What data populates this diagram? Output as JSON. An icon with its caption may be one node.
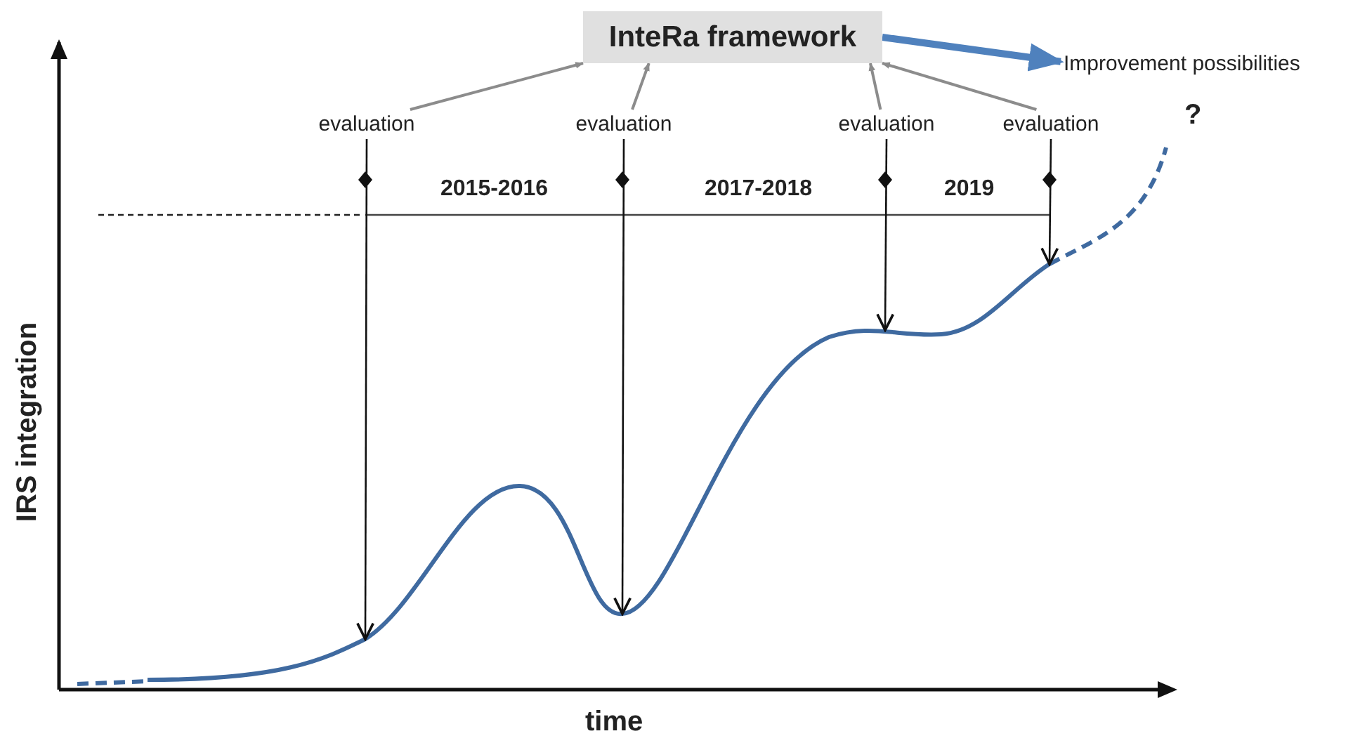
{
  "diagram": {
    "nodes": [
      {
        "text": [
          "InteRa framework"
        ]
      },
      {
        "text": [
          "Improvement possibilities"
        ]
      },
      {
        "text": [
          "evaluation"
        ]
      },
      {
        "text": [
          "evaluation"
        ]
      },
      {
        "text": [
          "evaluation"
        ]
      },
      {
        "text": [
          "evaluation"
        ]
      }
    ],
    "edges": [
      {
        "from": 2,
        "to": 0,
        "arrow": "to",
        "color": "#8c8c8c"
      },
      {
        "from": 3,
        "to": 0,
        "arrow": "to",
        "color": "#8c8c8c"
      },
      {
        "from": 4,
        "to": 0,
        "arrow": "to",
        "color": "#8c8c8c"
      },
      {
        "from": 5,
        "to": 0,
        "arrow": "to",
        "color": "#8c8c8c"
      },
      {
        "from": 0,
        "to": 1,
        "arrow": "to",
        "style": "thick",
        "color": "#4f81bd"
      },
      {
        "from": 2,
        "to": null,
        "arrow": "to",
        "color": "#111111"
      },
      {
        "from": 3,
        "to": null,
        "arrow": "to",
        "color": "#111111"
      },
      {
        "from": 4,
        "to": null,
        "arrow": "to",
        "color": "#111111"
      },
      {
        "from": 5,
        "to": null,
        "arrow": "to",
        "color": "#111111"
      }
    ],
    "labels": [
      "2015-2016",
      "2017-2018",
      "2019",
      "?",
      "IRS integration",
      "time"
    ]
  }
}
